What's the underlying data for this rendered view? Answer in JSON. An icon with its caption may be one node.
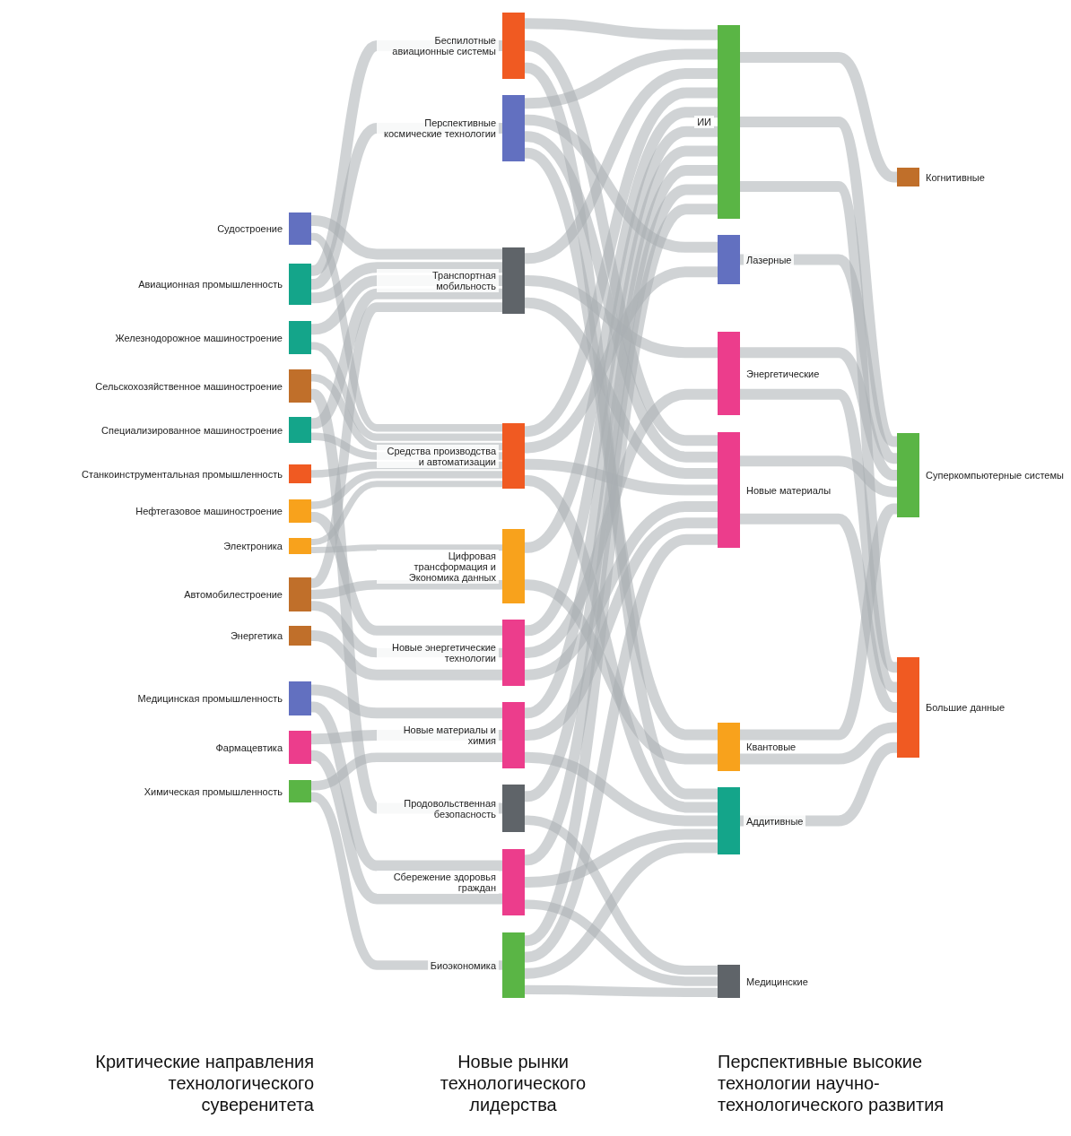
{
  "diagram": {
    "nodes": [
      {
        "text": [
          "Судостроение"
        ]
      },
      {
        "text": [
          "Авиационная промышленность"
        ]
      },
      {
        "text": [
          "Железнодорожное машиностроение"
        ]
      },
      {
        "text": [
          "Сельскохозяйственное машиностроение"
        ]
      },
      {
        "text": [
          "Специализированное машиностроение"
        ]
      },
      {
        "text": [
          "Станкоинструментальная промышленность"
        ]
      },
      {
        "text": [
          "Нефтегазовое машиностроение"
        ]
      },
      {
        "text": [
          "Электроника"
        ]
      },
      {
        "text": [
          "Автомобилестроение"
        ]
      },
      {
        "text": [
          "Энергетика"
        ]
      },
      {
        "text": [
          "Медицинская промышленность"
        ]
      },
      {
        "text": [
          "Фармацевтика"
        ]
      },
      {
        "text": [
          "Химическая промышленность"
        ]
      },
      {
        "text": [
          "Беспилотные авиационные системы"
        ]
      },
      {
        "text": [
          "Перспективные космические технологии"
        ]
      },
      {
        "text": [
          "Транспортная мобильность"
        ]
      },
      {
        "text": [
          "Средства производства и автоматизации"
        ]
      },
      {
        "text": [
          "Цифровая трансформация и Экономика данных"
        ]
      },
      {
        "text": [
          "Новые энергетические технологии"
        ]
      },
      {
        "text": [
          "Новые материалы и химия"
        ]
      },
      {
        "text": [
          "Продовольственная безопасность"
        ]
      },
      {
        "text": [
          "Сбережение здоровья граждан"
        ]
      },
      {
        "text": [
          "Биоэкономика"
        ]
      },
      {
        "text": [
          "ИИ"
        ]
      },
      {
        "text": [
          "Лазерные"
        ]
      },
      {
        "text": [
          "Энергетические"
        ]
      },
      {
        "text": [
          "Новые материалы"
        ]
      },
      {
        "text": [
          "Квантовые"
        ]
      },
      {
        "text": [
          "Аддитивные"
        ]
      },
      {
        "text": [
          "Медицинские"
        ]
      },
      {
        "text": [
          "Когнитивные"
        ]
      },
      {
        "text": [
          "Суперкомпьютерные системы"
        ]
      },
      {
        "text": [
          "Большие данные"
        ]
      }
    ],
    "edges": [
      {
        "from": 0,
        "to": 15,
        "arrow": "none"
      },
      {
        "from": 0,
        "to": 16,
        "arrow": "none"
      },
      {
        "from": 1,
        "to": 13,
        "arrow": "none"
      },
      {
        "from": 1,
        "to": 14,
        "arrow": "none"
      },
      {
        "from": 1,
        "to": 15,
        "arrow": "none"
      },
      {
        "from": 2,
        "to": 15,
        "arrow": "none"
      },
      {
        "from": 2,
        "to": 16,
        "arrow": "none"
      },
      {
        "from": 3,
        "to": 16,
        "arrow": "none"
      },
      {
        "from": 3,
        "to": 20,
        "arrow": "none"
      },
      {
        "from": 4,
        "to": 15,
        "arrow": "none"
      },
      {
        "from": 4,
        "to": 16,
        "arrow": "none"
      },
      {
        "from": 5,
        "to": 16,
        "arrow": "none"
      },
      {
        "from": 6,
        "to": 16,
        "arrow": "none"
      },
      {
        "from": 6,
        "to": 18,
        "arrow": "none"
      },
      {
        "from": 7,
        "to": 16,
        "arrow": "none"
      },
      {
        "from": 7,
        "to": 17,
        "arrow": "none"
      },
      {
        "from": 8,
        "to": 15,
        "arrow": "none"
      },
      {
        "from": 8,
        "to": 17,
        "arrow": "none"
      },
      {
        "from": 8,
        "to": 18,
        "arrow": "none"
      },
      {
        "from": 9,
        "to": 18,
        "arrow": "none"
      },
      {
        "from": 10,
        "to": 19,
        "arrow": "none"
      },
      {
        "from": 10,
        "to": 21,
        "arrow": "none"
      },
      {
        "from": 11,
        "to": 19,
        "arrow": "none"
      },
      {
        "from": 11,
        "to": 21,
        "arrow": "none"
      },
      {
        "from": 12,
        "to": 19,
        "arrow": "none"
      },
      {
        "from": 12,
        "to": 22,
        "arrow": "none"
      },
      {
        "from": 13,
        "to": 23,
        "arrow": "none"
      },
      {
        "from": 13,
        "to": 26,
        "arrow": "none"
      },
      {
        "from": 13,
        "to": 28,
        "arrow": "none"
      },
      {
        "from": 14,
        "to": 23,
        "arrow": "none"
      },
      {
        "from": 14,
        "to": 24,
        "arrow": "none"
      },
      {
        "from": 14,
        "to": 26,
        "arrow": "none"
      },
      {
        "from": 14,
        "to": 27,
        "arrow": "none"
      },
      {
        "from": 15,
        "to": 23,
        "arrow": "none"
      },
      {
        "from": 15,
        "to": 25,
        "arrow": "none"
      },
      {
        "from": 15,
        "to": 26,
        "arrow": "none"
      },
      {
        "from": 16,
        "to": 23,
        "arrow": "none"
      },
      {
        "from": 16,
        "to": 24,
        "arrow": "none"
      },
      {
        "from": 16,
        "to": 26,
        "arrow": "none"
      },
      {
        "from": 16,
        "to": 28,
        "arrow": "none"
      },
      {
        "from": 17,
        "to": 23,
        "arrow": "none"
      },
      {
        "from": 17,
        "to": 27,
        "arrow": "none"
      },
      {
        "from": 18,
        "to": 23,
        "arrow": "none"
      },
      {
        "from": 18,
        "to": 25,
        "arrow": "none"
      },
      {
        "from": 18,
        "to": 26,
        "arrow": "none"
      },
      {
        "from": 19,
        "to": 23,
        "arrow": "none"
      },
      {
        "from": 19,
        "to": 26,
        "arrow": "none"
      },
      {
        "from": 19,
        "to": 28,
        "arrow": "none"
      },
      {
        "from": 20,
        "to": 23,
        "arrow": "none"
      },
      {
        "from": 20,
        "to": 29,
        "arrow": "none"
      },
      {
        "from": 21,
        "to": 23,
        "arrow": "none"
      },
      {
        "from": 21,
        "to": 28,
        "arrow": "none"
      },
      {
        "from": 21,
        "to": 29,
        "arrow": "none"
      },
      {
        "from": 22,
        "to": 23,
        "arrow": "none"
      },
      {
        "from": 22,
        "to": 26,
        "arrow": "none"
      },
      {
        "from": 22,
        "to": 28,
        "arrow": "none"
      },
      {
        "from": 22,
        "to": 29,
        "arrow": "none"
      },
      {
        "from": 23,
        "to": 30,
        "arrow": "none"
      },
      {
        "from": 23,
        "to": 31,
        "arrow": "none"
      },
      {
        "from": 23,
        "to": 32,
        "arrow": "none"
      },
      {
        "from": 24,
        "to": 31,
        "arrow": "none"
      },
      {
        "from": 25,
        "to": 31,
        "arrow": "none"
      },
      {
        "from": 25,
        "to": 32,
        "arrow": "none"
      },
      {
        "from": 26,
        "to": 31,
        "arrow": "none"
      },
      {
        "from": 26,
        "to": 32,
        "arrow": "none"
      },
      {
        "from": 27,
        "to": 31,
        "arrow": "none"
      },
      {
        "from": 27,
        "to": 32,
        "arrow": "none"
      },
      {
        "from": 28,
        "to": 32,
        "arrow": "none"
      }
    ],
    "labels": [
      "Критические направления технологического суверенитета",
      "Новые рынки технологического лидерства",
      "Перспективные высокие технологии научно-технологического развития"
    ]
  }
}
